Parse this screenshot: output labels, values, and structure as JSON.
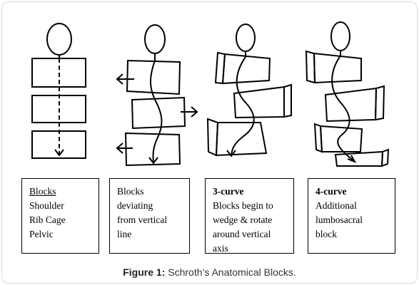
{
  "panels": [
    {
      "title": "Blocks",
      "title_style": "underline",
      "lines": [
        "Shoulder",
        "Rib Cage",
        "Pelvic"
      ]
    },
    {
      "title": "Blocks",
      "title_style": "plain",
      "lines": [
        "deviating",
        "from vertical",
        "line"
      ]
    },
    {
      "title": "3-curve",
      "title_style": "bold",
      "lines": [
        "Blocks begin to",
        "wedge & rotate",
        "around vertical",
        "axis"
      ]
    },
    {
      "title": "4-curve",
      "title_style": "bold",
      "lines": [
        "Additional",
        "lumbosacral",
        "block"
      ]
    }
  ],
  "caption": {
    "label": "Figure 1:",
    "text": " Schroth’s Anatomical Blocks."
  },
  "colors": {
    "stroke": "#000000",
    "caption_text": "#333333",
    "frame_border": "#d9d9d9"
  }
}
